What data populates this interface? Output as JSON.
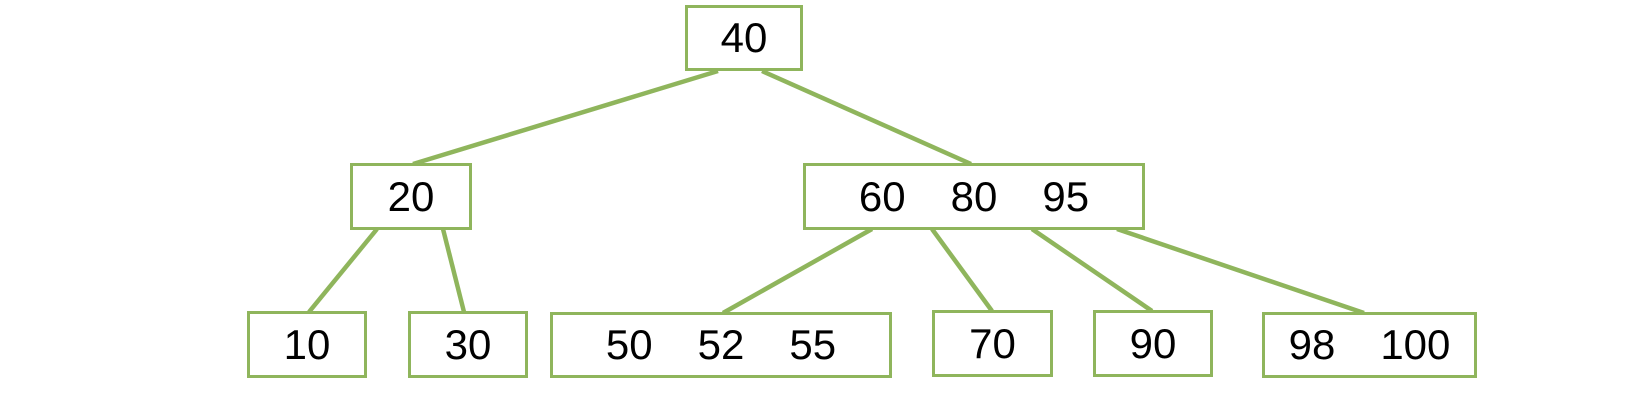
{
  "diagram": {
    "accent_color": "#8FB55C",
    "text_color": "#000000",
    "background_color": "#ffffff",
    "nodes": [
      {
        "id": "n40",
        "keys": [
          "40"
        ]
      },
      {
        "id": "n20",
        "keys": [
          "20"
        ]
      },
      {
        "id": "n60-80-95",
        "keys": [
          "60",
          "80",
          "95"
        ]
      },
      {
        "id": "n10",
        "keys": [
          "10"
        ]
      },
      {
        "id": "n30",
        "keys": [
          "30"
        ]
      },
      {
        "id": "n50-52-55",
        "keys": [
          "50",
          "52",
          "55"
        ]
      },
      {
        "id": "n70",
        "keys": [
          "70"
        ]
      },
      {
        "id": "n90",
        "keys": [
          "90"
        ]
      },
      {
        "id": "n98-100",
        "keys": [
          "98",
          "100"
        ]
      }
    ],
    "edges": [
      {
        "from": "n40",
        "to": "n20"
      },
      {
        "from": "n40",
        "to": "n60-80-95"
      },
      {
        "from": "n20",
        "to": "n10"
      },
      {
        "from": "n20",
        "to": "n30"
      },
      {
        "from": "n60-80-95",
        "to": "n50-52-55"
      },
      {
        "from": "n60-80-95",
        "to": "n70"
      },
      {
        "from": "n60-80-95",
        "to": "n90"
      },
      {
        "from": "n60-80-95",
        "to": "n98-100"
      }
    ]
  }
}
